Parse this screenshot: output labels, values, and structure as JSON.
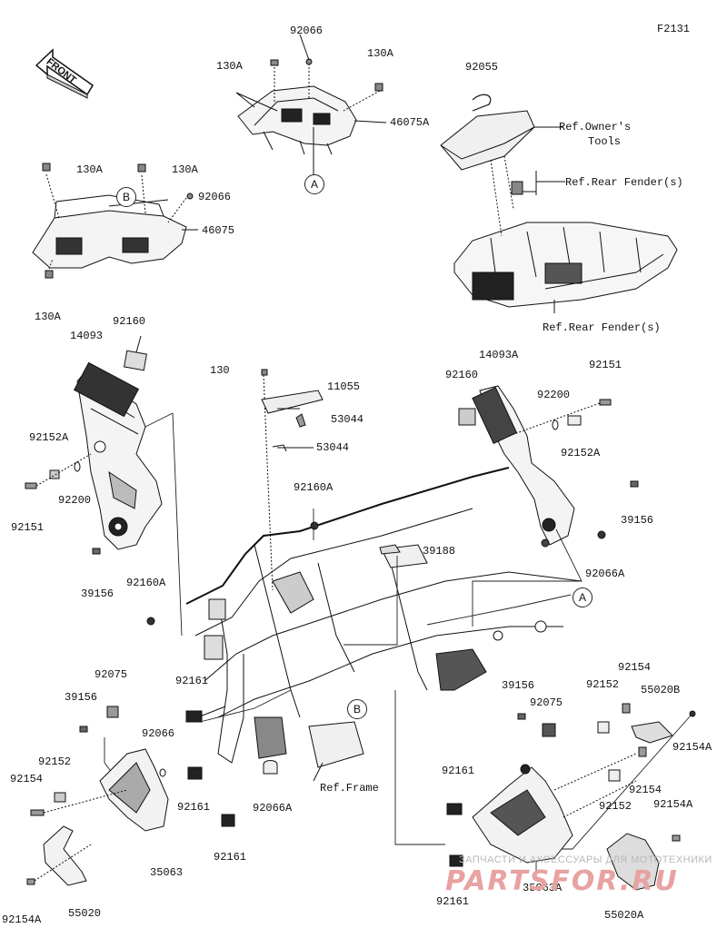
{
  "diagram_code": "F2131",
  "front_label": "FRONT",
  "callouts": {
    "a_top": "A",
    "b_left": "B",
    "a_right": "A",
    "b_lower": "B"
  },
  "labels": {
    "p92066_top": "92066",
    "p130A_1": "130A",
    "p130A_2": "130A",
    "p46075A": "46075A",
    "p92055": "92055",
    "ref_owners_1": "Ref.Owner's",
    "ref_owners_2": "Tools",
    "ref_rear_fender_1": "Ref.Rear Fender(s)",
    "ref_rear_fender_2": "Ref.Rear Fender(s)",
    "p130A_3": "130A",
    "p130A_4": "130A",
    "p92066_left": "92066",
    "p46075": "46075",
    "p130A_5": "130A",
    "p92160_l": "92160",
    "p14093": "14093",
    "p92152A_l": "92152A",
    "p92200_l": "92200",
    "p92151_l": "92151",
    "p39156_l": "39156",
    "p130": "130",
    "p11055": "11055",
    "p53044_1": "53044",
    "p53044_2": "53044",
    "p92160A_c": "92160A",
    "p39188": "39188",
    "p92160A_l": "92160A",
    "p14093A": "14093A",
    "p92160_r": "92160",
    "p92151_r": "92151",
    "p92200_r": "92200",
    "p92152A_r": "92152A",
    "p39156_r": "39156",
    "p92066A_r": "92066A",
    "p92075_l": "92075",
    "p39156_ll": "39156",
    "p92161_1": "92161",
    "p92066_ll": "92066",
    "p92152_l": "92152",
    "p92154_l": "92154",
    "p92161_2": "92161",
    "p92066A_c": "92066A",
    "ref_frame": "Ref.Frame",
    "p35063": "35063",
    "p92161_3": "92161",
    "p92154A_l": "92154A",
    "p55020": "55020",
    "p39156_rr": "39156",
    "p92075_r": "92075",
    "p92152_r1": "92152",
    "p92154_r1": "92154",
    "p55020B": "55020B",
    "p92154A_r1": "92154A",
    "p92161_r": "92161",
    "p92154_r2": "92154",
    "p92152_r2": "92152",
    "p92154A_r2": "92154A",
    "p35063A": "35063A",
    "p92161_rb": "92161",
    "p55020A": "55020A"
  },
  "watermark": {
    "line1": "ЗАПЧАСТИ И АКСЕССУАРЫ ДЛЯ МОТОТЕХНИКИ",
    "line2": "PARTSFOR.RU"
  }
}
